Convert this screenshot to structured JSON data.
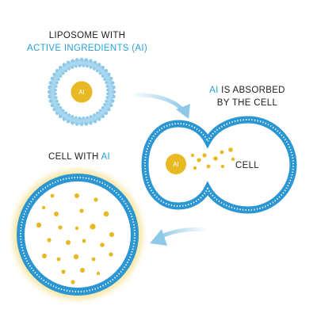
{
  "labels": {
    "liposome_line1": "LIPOSOME WITH",
    "liposome_line2": "ACTIVE INGREDIENTS (",
    "liposome_line2_ai": "AI",
    "liposome_line2_close": ")",
    "absorbed_ai": "AI",
    "absorbed_rest": " IS ABSORBED",
    "absorbed_line2": "BY THE CELL",
    "cell_with": "CELL WITH ",
    "cell_with_ai": "AI",
    "cell_label": "CELL",
    "ai_core_liposome": "AI",
    "ai_core_merge": "AI"
  },
  "colors": {
    "text_dark": "#1e1e1e",
    "accent_blue": "#2a9fd8",
    "membrane_light": "#a9d6ef",
    "membrane_dark": "#2b96d2",
    "ai_yellow": "#e8b923",
    "glow": "#f4d76a",
    "arrow": "#8ec9e8"
  }
}
